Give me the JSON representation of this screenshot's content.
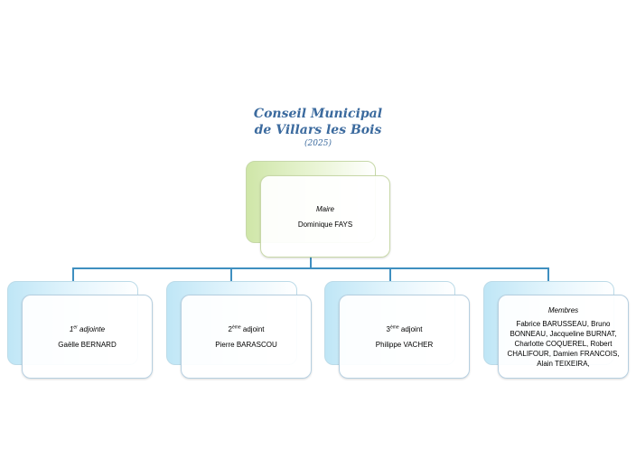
{
  "title": {
    "line1": "Conseil Municipal",
    "line2": "de Villars les Bois",
    "year": "(2025)"
  },
  "root": {
    "role": "Maire",
    "name": "Dominique FAYS"
  },
  "children": [
    {
      "role_num": "1",
      "role_sup": "er",
      "role_rest": " adjointe",
      "name": "Gaëlle BERNARD"
    },
    {
      "role_num": "2",
      "role_sup": "ème",
      "role_rest": " adjoint",
      "name": "Pierre BARASCOU"
    },
    {
      "role_num": "3",
      "role_sup": "ème",
      "role_rest": " adjoint",
      "name": "Philippe VACHER"
    },
    {
      "role": "Membres",
      "names": "Fabrice BARUSSEAU, Bruno BONNEAU, Jacqueline BURNAT, Charlotte COQUEREL, Robert CHALIFOUR, Damien FRANCOIS, Alain TEIXEIRA,"
    }
  ],
  "colors": {
    "root_accent": "#cfe6a8",
    "child_accent": "#bfe6f6",
    "connector": "#3f8fc0",
    "title": "#3b6a9e"
  }
}
